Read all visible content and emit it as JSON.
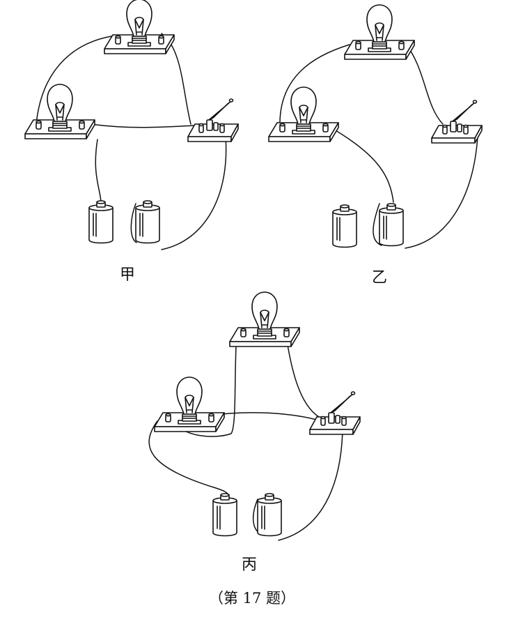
{
  "figures": [
    {
      "id": "jia",
      "label": "甲"
    },
    {
      "id": "yi",
      "label": "乙"
    },
    {
      "id": "bing",
      "label": "丙"
    }
  ],
  "caption": "（第 17 题）",
  "line_color": "#111111",
  "background": "#ffffff"
}
